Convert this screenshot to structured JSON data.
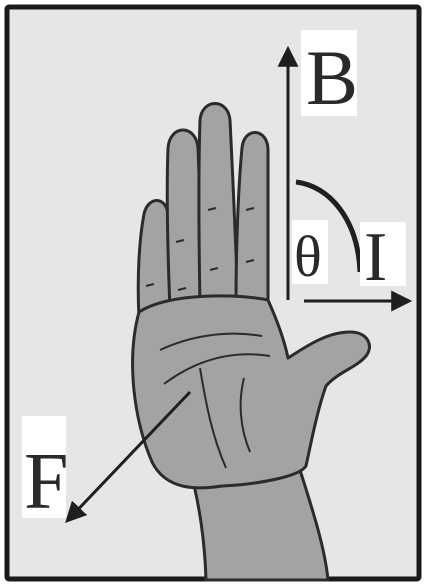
{
  "diagram": {
    "labels": {
      "magnetic_field": "B",
      "current": "I",
      "force": "F",
      "angle": "θ"
    },
    "colors": {
      "background": "#e6e6e6",
      "frame": "#1a1a1a",
      "hand_fill": "#a3a3a3",
      "hand_outline": "#2b2b2b",
      "arrow": "#1f1f1f",
      "label_box": "#ffffff"
    }
  }
}
